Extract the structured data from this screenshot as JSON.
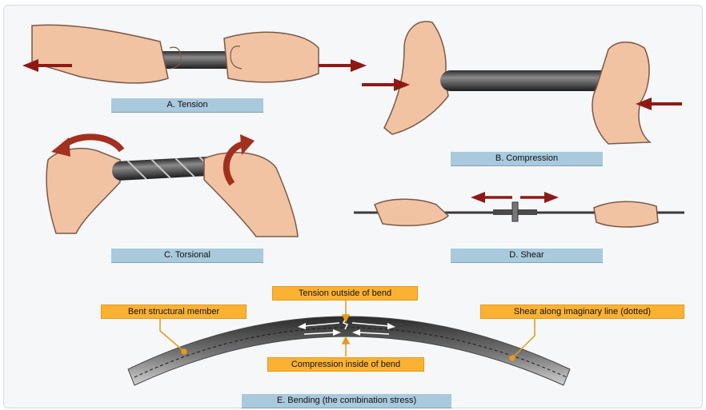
{
  "labels": {
    "tension": "A. Tension",
    "compression": "B. Compression",
    "torsional": "C. Torsional",
    "shear": "D. Shear",
    "bending": "E. Bending (the combination stress)"
  },
  "callouts": {
    "tension_outside": "Tension outside of bend",
    "bent_member": "Bent structural member",
    "shear_line": "Shear along imaginary line (dotted)",
    "compression_inside": "Compression inside of bend"
  },
  "colors": {
    "arrow": "#8e1a16",
    "label_bar": "#a9c9dd",
    "callout": "#fbb232",
    "skin": "#f1c3a3",
    "metal": "#4a4a4a"
  },
  "icons": [
    "left-arrow-icon",
    "right-arrow-icon",
    "twist-arrow-icon"
  ]
}
